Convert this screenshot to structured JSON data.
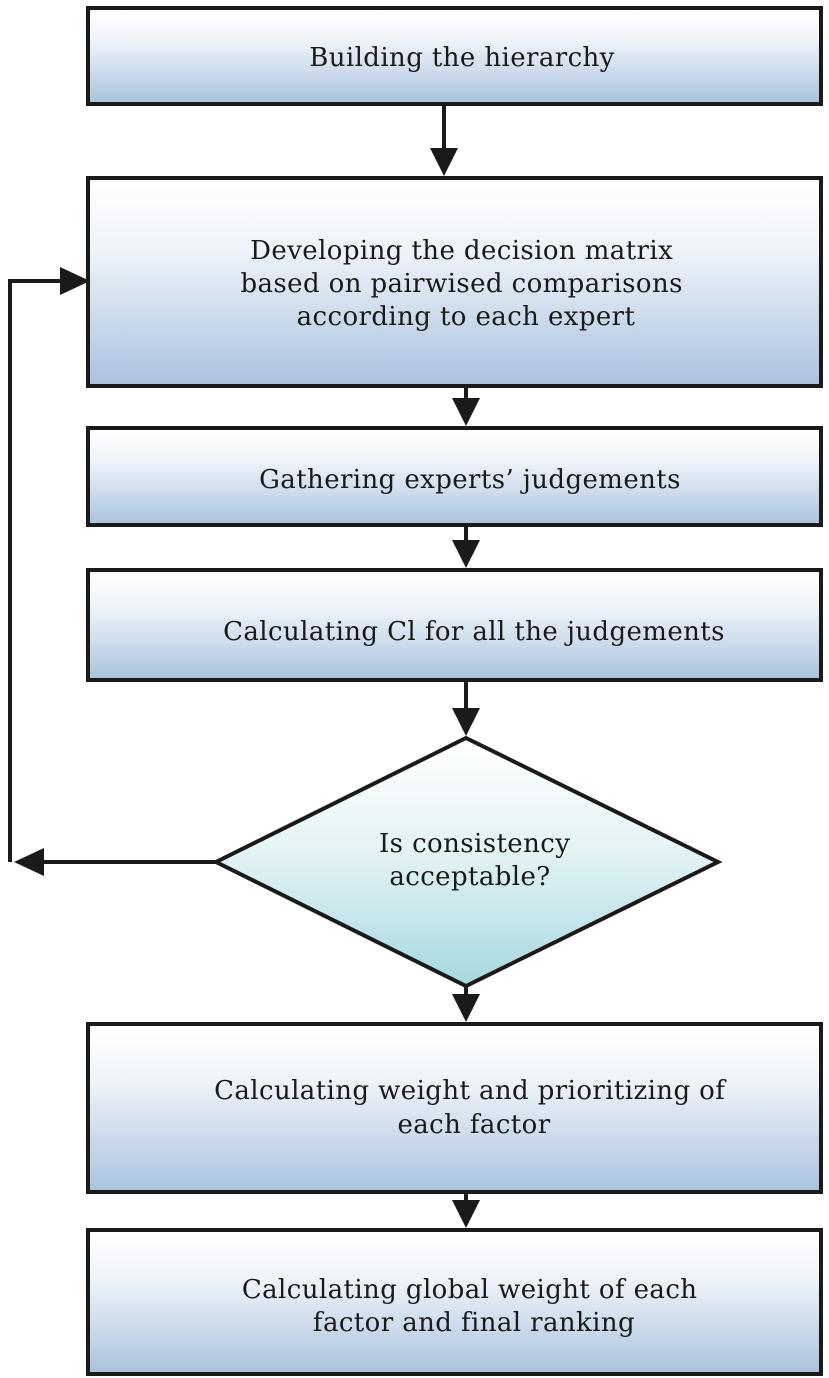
{
  "diagram": {
    "type": "flowchart",
    "steps": [
      {
        "id": "build",
        "lines": [
          "Building the hierarchy"
        ]
      },
      {
        "id": "matrix",
        "lines": [
          "Developing the decision matrix",
          "based on pairwised comparisons",
          "according to each expert"
        ]
      },
      {
        "id": "gather",
        "lines": [
          "Gathering experts’ judgements"
        ]
      },
      {
        "id": "ci",
        "lines": [
          "Calculating Cl for all the judgements"
        ]
      },
      {
        "id": "decision",
        "lines": [
          "Is consistency",
          "acceptable?"
        ]
      },
      {
        "id": "weight",
        "lines": [
          "Calculating weight and prioritizing of",
          "each factor"
        ]
      },
      {
        "id": "global",
        "lines": [
          "Calculating global weight of each",
          "factor and final ranking"
        ]
      }
    ],
    "colors": {
      "box_top": "#ffffff",
      "box_bottom": "#a9c2dd",
      "diamond_top": "#ffffff",
      "diamond_bottom": "#a6d8df",
      "stroke": "#1a1a1a"
    }
  }
}
